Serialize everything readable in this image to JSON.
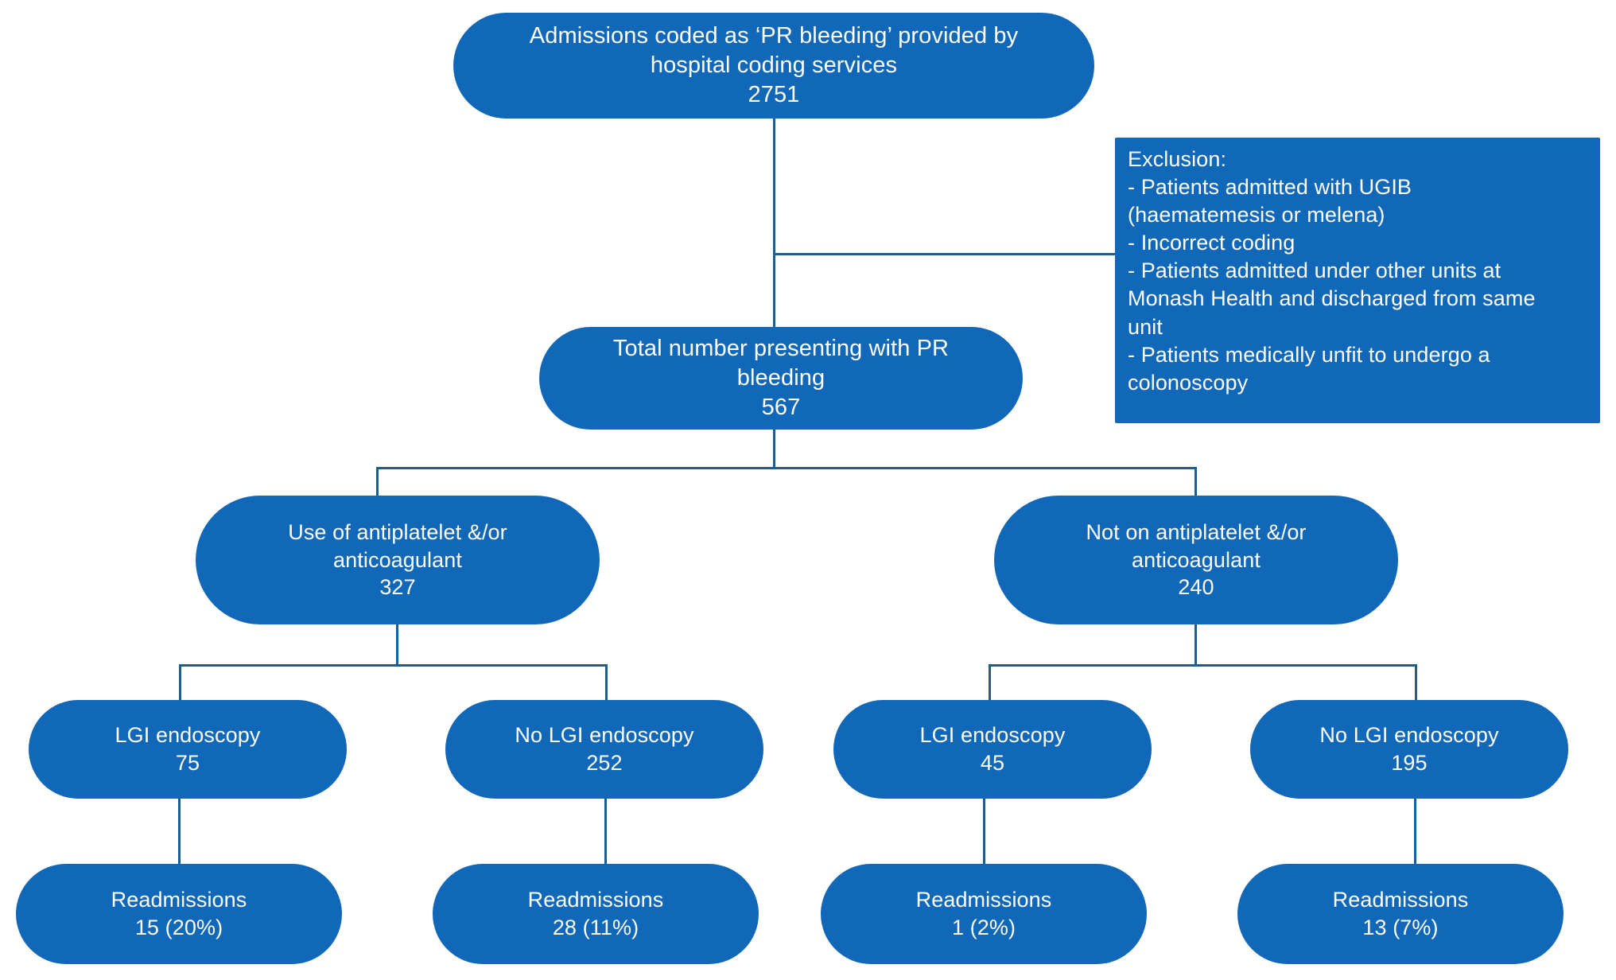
{
  "chart_data": {
    "type": "diagram",
    "title": "Patient flow diagram: PR bleeding admissions, endoscopy and readmissions",
    "nodes": [
      {
        "id": "admissions",
        "label": "Admissions coded as ‘PR bleeding’ provided by hospital coding services",
        "value": 2751
      },
      {
        "id": "total",
        "label": "Total number presenting with PR bleeding",
        "value": 567
      },
      {
        "id": "exclusion",
        "label": "Exclusion",
        "value": null
      },
      {
        "id": "antiplatelet",
        "label": "Use of antiplatelet &/or anticoagulant",
        "value": 327
      },
      {
        "id": "no-antiplatelet",
        "label": "Not on antiplatelet &/or anticoagulant",
        "value": 240
      },
      {
        "id": "lgi-anti",
        "label": "LGI endoscopy",
        "value": 75
      },
      {
        "id": "nolgi-anti",
        "label": "No LGI endoscopy",
        "value": 252
      },
      {
        "id": "lgi-noanti",
        "label": "LGI endoscopy",
        "value": 45
      },
      {
        "id": "nolgi-noanti",
        "label": "No LGI endoscopy",
        "value": 195
      },
      {
        "id": "readm-lgi-anti",
        "label": "Readmissions",
        "value": 15,
        "percent": 20
      },
      {
        "id": "readm-nolgi-anti",
        "label": "Readmissions",
        "value": 28,
        "percent": 11
      },
      {
        "id": "readm-lgi-noanti",
        "label": "Readmissions",
        "value": 1,
        "percent": 2
      },
      {
        "id": "readm-nolgi-noanti",
        "label": "Readmissions",
        "value": 13,
        "percent": 7
      }
    ],
    "edges": [
      {
        "from": "admissions",
        "to": "total"
      },
      {
        "from": "admissions",
        "to": "exclusion"
      },
      {
        "from": "total",
        "to": "antiplatelet"
      },
      {
        "from": "total",
        "to": "no-antiplatelet"
      },
      {
        "from": "antiplatelet",
        "to": "lgi-anti"
      },
      {
        "from": "antiplatelet",
        "to": "nolgi-anti"
      },
      {
        "from": "no-antiplatelet",
        "to": "lgi-noanti"
      },
      {
        "from": "no-antiplatelet",
        "to": "nolgi-noanti"
      },
      {
        "from": "lgi-anti",
        "to": "readm-lgi-anti"
      },
      {
        "from": "nolgi-anti",
        "to": "readm-nolgi-anti"
      },
      {
        "from": "lgi-noanti",
        "to": "readm-lgi-noanti"
      },
      {
        "from": "nolgi-noanti",
        "to": "readm-nolgi-noanti"
      }
    ]
  },
  "colors": {
    "node_fill": "#1268b8",
    "node_text": "#ffffff",
    "connector": "#1a5e96",
    "background": "#ffffff"
  },
  "nodes": {
    "admissions": {
      "text": "Admissions coded as ‘PR bleeding’ provided by\nhospital coding services\n2751"
    },
    "exclusion": {
      "text": "Exclusion:\n- Patients admitted with UGIB\n(haematemesis or melena)\n- Incorrect coding\n- Patients admitted under other units at\nMonash Health and discharged from same\nunit\n- Patients medically unfit to undergo a\ncolonoscopy"
    },
    "total": {
      "text": "Total number presenting with PR\nbleeding\n567"
    },
    "antiplatelet": {
      "text": "Use of antiplatelet &/or\nanticoagulant\n327"
    },
    "no_antiplatelet": {
      "text": "Not on antiplatelet &/or\nanticoagulant\n240"
    },
    "lgi_endoscopy_anti": {
      "text": "LGI endoscopy\n75"
    },
    "no_lgi_endoscopy_anti": {
      "text": "No LGI endoscopy\n252"
    },
    "lgi_endoscopy_noanti": {
      "text": "LGI endoscopy\n45"
    },
    "no_lgi_endoscopy_noanti": {
      "text": "No LGI endoscopy\n195"
    },
    "readmissions_1": {
      "text": "Readmissions\n15 (20%)"
    },
    "readmissions_2": {
      "text": "Readmissions\n28 (11%)"
    },
    "readmissions_3": {
      "text": "Readmissions\n1 (2%)"
    },
    "readmissions_4": {
      "text": "Readmissions\n13 (7%)"
    }
  }
}
